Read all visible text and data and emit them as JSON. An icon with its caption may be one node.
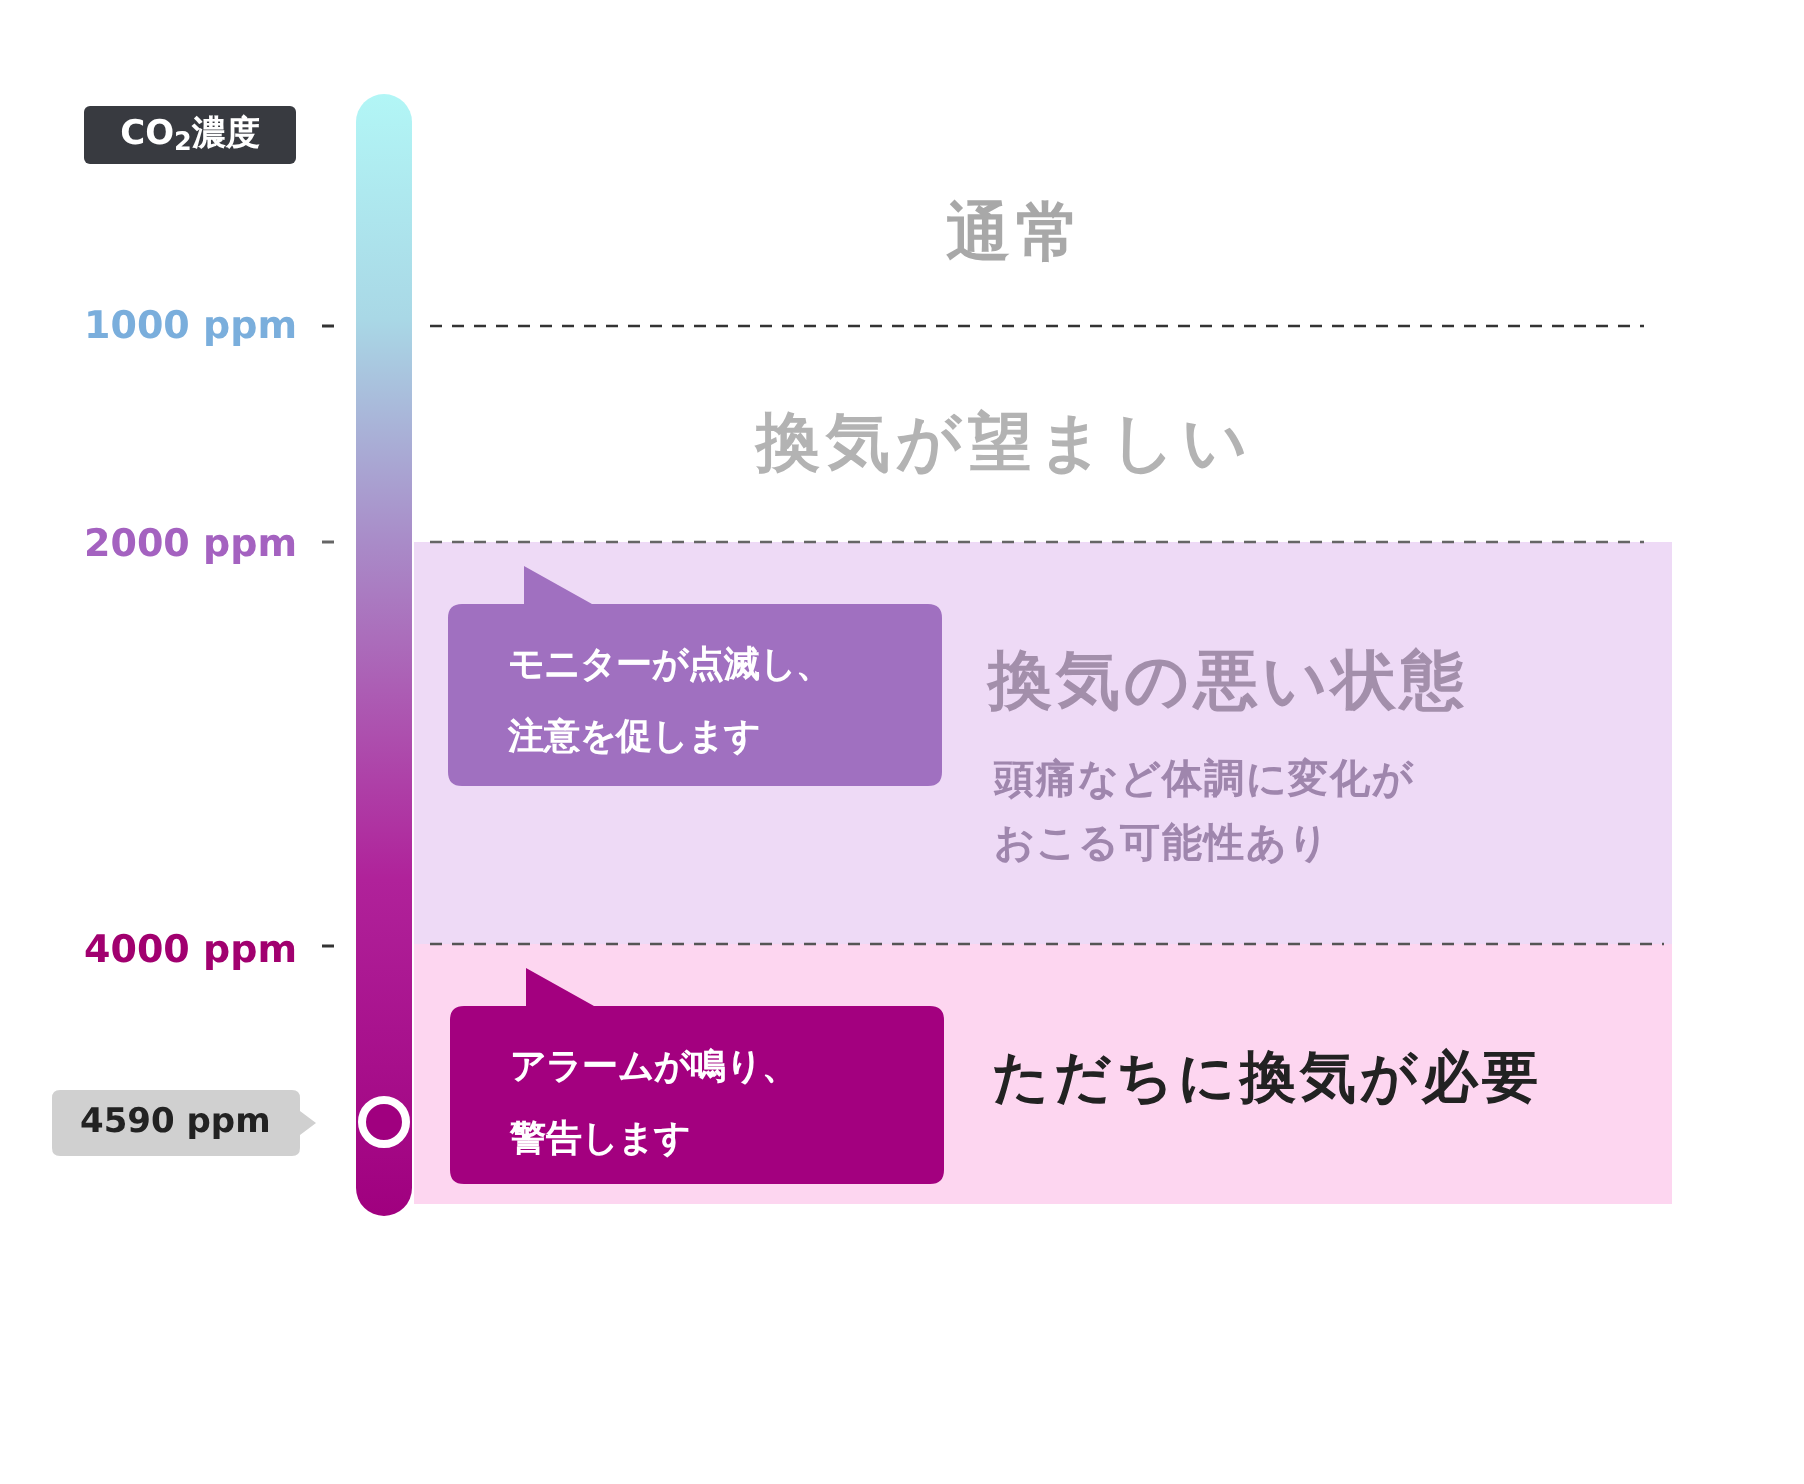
{
  "diagram": {
    "nodes": [
      {
        "text": [
          "換気の悪い状態",
          "頭痛など体調に変化がおこる可能性あり"
        ]
      },
      {
        "text": [
          "モニターが点滅し、注意を促します"
        ],
        "in": 0
      },
      {
        "text": [
          "ただちに換気が必要"
        ]
      },
      {
        "text": [
          "アラームが鳴り、警告します"
        ],
        "in": 2
      },
      {
        "text": [
          "CO$_{2}$濃度"
        ]
      },
      {
        "text": [
          "4590 ppm"
        ]
      }
    ],
    "labels": [
      "通常",
      "1000 ppm",
      "換気が望ましい",
      "2000 ppm",
      "4000 ppm"
    ]
  }
}
